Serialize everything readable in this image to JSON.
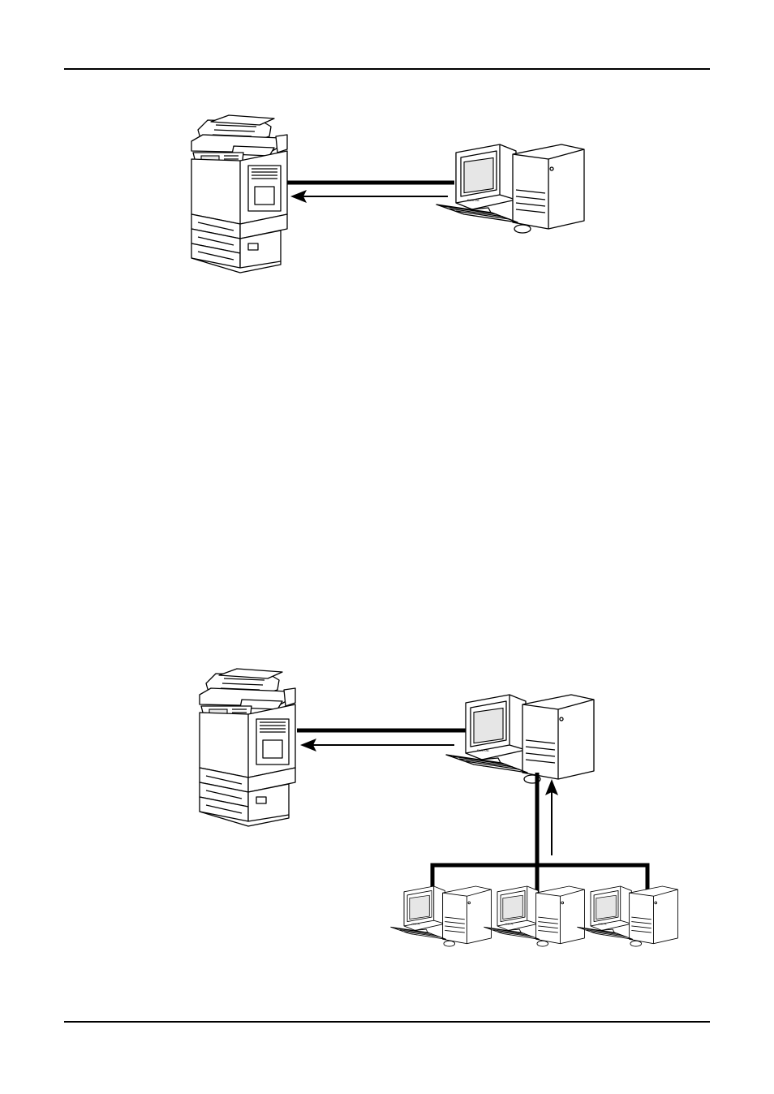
{
  "colors": {
    "ink": "#000000",
    "paper": "#ffffff"
  },
  "icons": [
    "mfp-printer-icon",
    "desktop-computer-icon",
    "network-client-icon"
  ],
  "diagrams": [
    {
      "type": "direct-connection",
      "nodes": [
        "mfp",
        "computer"
      ],
      "arrows": 1
    },
    {
      "type": "network-connection",
      "nodes": [
        "mfp",
        "server",
        "client-1",
        "client-2",
        "client-3"
      ],
      "arrows": 2
    }
  ]
}
